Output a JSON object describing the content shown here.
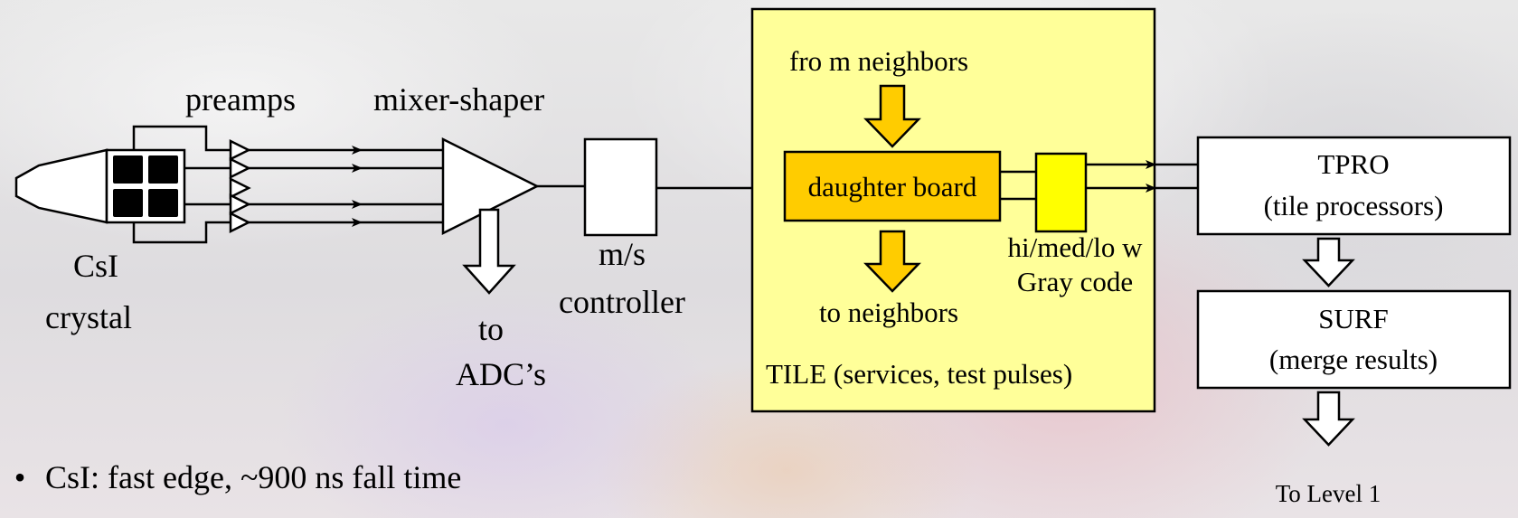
{
  "diagram": {
    "crystal": {
      "label_line1": "CsI",
      "label_line2": "crystal"
    },
    "preamps_label": "preamps",
    "mixer_shaper_label": "mixer-shaper",
    "adc": {
      "label_line1": "to",
      "label_line2": "ADC’s"
    },
    "controller": {
      "label_line1": "m/s",
      "label_line2": "controller"
    },
    "tile": {
      "label": "TILE (services, test pulses)",
      "from_neighbors": "fro m neighbors",
      "to_neighbors": "to neighbors",
      "daughter_board": "daughter board",
      "gray_code_line1": "hi/med/lo w",
      "gray_code_line2": "Gray code"
    },
    "tpro": {
      "title": "TPRO",
      "subtitle": "(tile processors)"
    },
    "surf": {
      "title": "SURF",
      "subtitle": "(merge results)"
    },
    "output_label": "To Level 1"
  },
  "bullets": [
    "CsI: fast edge, ~900 ns fall time"
  ],
  "colors": {
    "tile_fill": "#ffff99",
    "daughter_board_fill": "#ffcc00",
    "gray_code_fill": "#ffff00",
    "neighbor_arrow_fill": "#ffcc00",
    "box_fill": "#ffffff",
    "line": "#000000"
  }
}
